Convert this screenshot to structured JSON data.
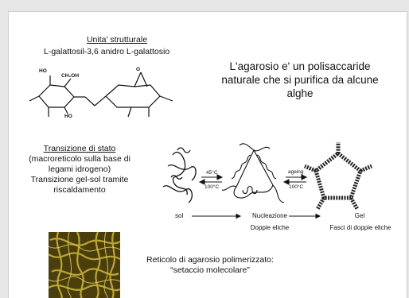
{
  "structure": {
    "heading": "Unita' strutturale",
    "subtitle": "L-galattosil-3,6 anidro L-galattosio",
    "labels": {
      "ho_top": "HO",
      "ch2oh": "CH₂OH",
      "ho_bottom": "HO",
      "o_bridge": "O"
    }
  },
  "description": {
    "lines": [
      "L'agarosio e' un polisaccaride",
      "naturale che si purifica da alcune",
      "alghe"
    ]
  },
  "transition": {
    "heading": "Transizione di stato",
    "lines": [
      "(macroreticolo sulla base di",
      "legami idrogeno)",
      "Transizione gel-sol tramite",
      "riscaldamento"
    ]
  },
  "diagram": {
    "temp_cool": "45°C",
    "temp_heat": "100°C",
    "ageing_label": "ageing",
    "ageing_temp": "100°C",
    "stage_sol": "sol",
    "stage_nucleation": "Nucleazione",
    "stage_nucleation_sub": "Doppie eliche",
    "stage_gel": "Gel",
    "stage_gel_sub": "Fasci di doppie eliche"
  },
  "network": {
    "lines": [
      "Reticolo di agarosio polimerizzato:",
      "“setaccio molecolare”"
    ]
  }
}
